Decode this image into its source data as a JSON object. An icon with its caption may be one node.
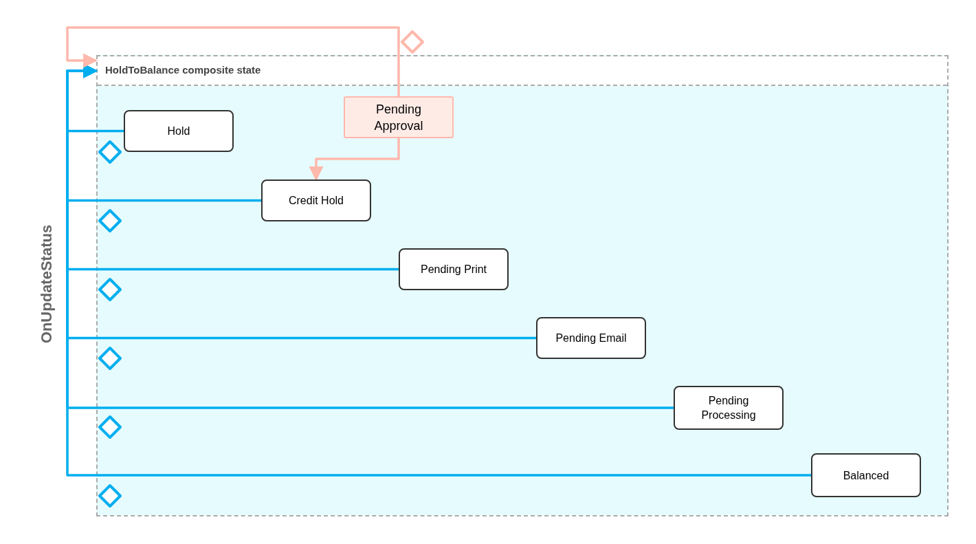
{
  "diagram": {
    "nodes": [
      {
        "text": [],
        "shape": "diamond"
      },
      {
        "text": [
          "HoldToBalance composite state"
        ]
      },
      {
        "text": [
          "Pending Approval"
        ],
        "in": 1
      },
      {
        "text": [
          "Hold"
        ],
        "in": 1
      },
      {
        "text": [],
        "shape": "diamond",
        "in": 1
      },
      {
        "text": [
          "Credit Hold"
        ],
        "in": 1
      },
      {
        "text": [],
        "shape": "diamond",
        "in": 1
      },
      {
        "text": [
          "Pending Print"
        ],
        "in": 1
      },
      {
        "text": [],
        "shape": "diamond",
        "in": 1
      },
      {
        "text": [
          "Pending Email"
        ],
        "in": 1
      },
      {
        "text": [],
        "shape": "diamond",
        "in": 1
      },
      {
        "text": [
          "Pending Processing"
        ],
        "in": 1
      },
      {
        "text": [],
        "shape": "diamond",
        "in": 1
      },
      {
        "text": [
          "Balanced"
        ],
        "in": 1
      },
      {
        "text": [],
        "shape": "diamond",
        "in": 1
      }
    ],
    "edges": [
      {
        "from": 3,
        "to": 1,
        "arrow": "to"
      },
      {
        "from": 5,
        "to": 1,
        "arrow": "to"
      },
      {
        "from": 7,
        "to": 1,
        "arrow": "to"
      },
      {
        "from": 9,
        "to": 1,
        "arrow": "to"
      },
      {
        "from": 11,
        "to": 1,
        "arrow": "to"
      },
      {
        "from": 13,
        "to": 1,
        "arrow": "to"
      },
      {
        "from": 2,
        "to": 1,
        "arrow": "to",
        "color": "#ffb8ac"
      },
      {
        "from": 2,
        "to": 5,
        "arrow": "to",
        "color": "#ffb8ac"
      }
    ],
    "labels": [
      "OnUpdateStatus"
    ]
  }
}
